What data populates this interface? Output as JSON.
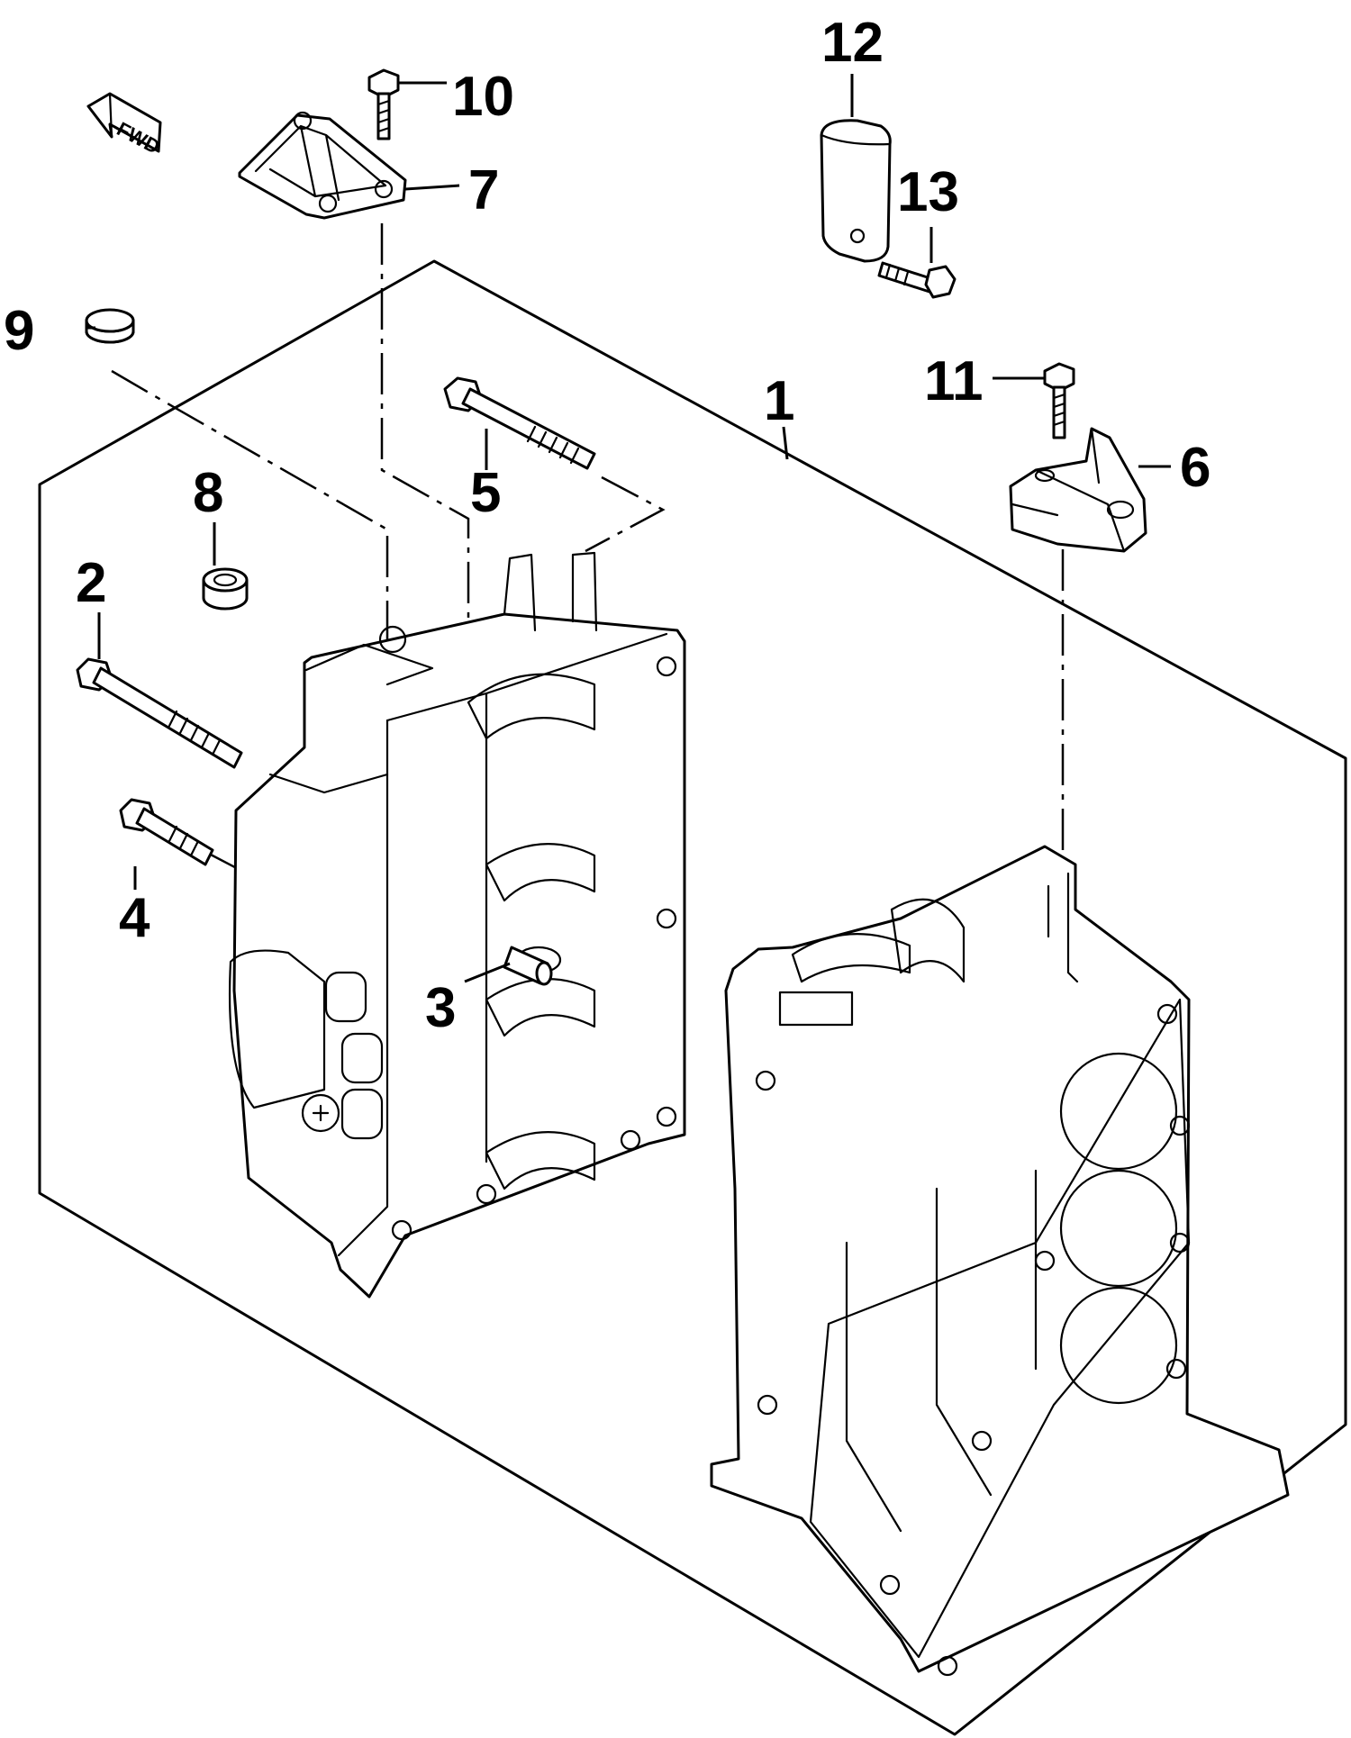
{
  "fwd_label": "FWD",
  "callouts": [
    {
      "id": "1",
      "label": "1"
    },
    {
      "id": "2",
      "label": "2"
    },
    {
      "id": "3",
      "label": "3"
    },
    {
      "id": "4",
      "label": "4"
    },
    {
      "id": "5",
      "label": "5"
    },
    {
      "id": "6",
      "label": "6"
    },
    {
      "id": "7",
      "label": "7"
    },
    {
      "id": "8",
      "label": "8"
    },
    {
      "id": "9",
      "label": "9"
    },
    {
      "id": "10",
      "label": "10"
    },
    {
      "id": "11",
      "label": "11"
    },
    {
      "id": "12",
      "label": "12"
    },
    {
      "id": "13",
      "label": "13"
    }
  ]
}
